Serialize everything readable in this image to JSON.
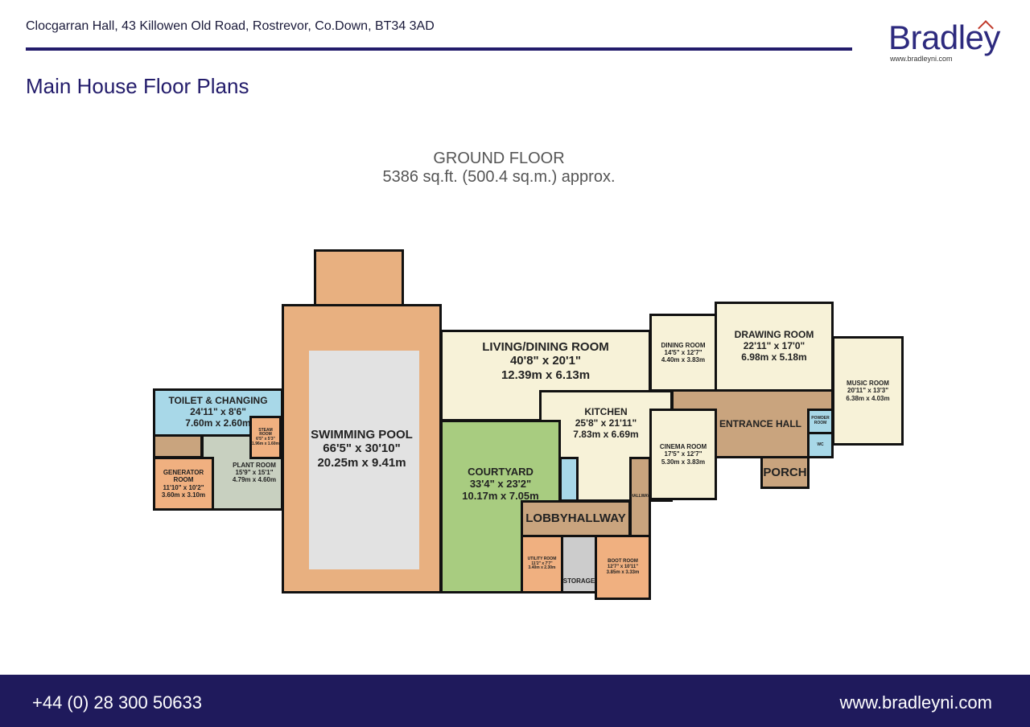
{
  "header": {
    "address": "Clocgarran Hall, 43 Killowen Old Road, Rostrevor, Co.Down, BT34 3AD",
    "logo": "Bradley",
    "logo_url": "www.bradleyni.com",
    "title": "Main House Floor Plans"
  },
  "floor": {
    "name": "GROUND FLOOR",
    "area": "5386 sq.ft. (500.4 sq.m.) approx."
  },
  "rooms": {
    "pool": {
      "name": "SWIMMING POOL",
      "imp": "66'5\"  x 30'10\"",
      "met": "20.25m  x 9.41m"
    },
    "living": {
      "name": "LIVING/DINING ROOM",
      "imp": "40'8\"  x 20'1\"",
      "met": "12.39m  x 6.13m"
    },
    "kitchen": {
      "name": "KITCHEN",
      "imp": "25'8\"  x 21'11\"",
      "met": "7.83m  x 6.69m"
    },
    "courtyard": {
      "name": "COURTYARD",
      "imp": "33'4\"  x 23'2\"",
      "met": "10.17m  x 7.05m"
    },
    "toilet": {
      "name": "TOILET & CHANGING",
      "imp": "24'11\"  x 8'6\"",
      "met": "7.60m  x 2.60m"
    },
    "steam": {
      "name": "STEAM ROOM",
      "imp": "6'5\" x 5'3\"",
      "met": "1.96m x 1.60m"
    },
    "generator": {
      "name": "GENERATOR ROOM",
      "imp": "11'10\"  x 10'2\"",
      "met": "3.60m  x 3.10m"
    },
    "plant": {
      "name": "PLANT ROOM",
      "imp": "15'9\"  x 15'1\"",
      "met": "4.79m  x 4.60m"
    },
    "lobby": {
      "name": "LOBBYHALLWAY"
    },
    "hallway": {
      "name": "HALLWAY"
    },
    "utility": {
      "name": "UTILITY ROOM",
      "imp": "11'2\"  x 7'7\"",
      "met": "3.40m  x 2.30m"
    },
    "storage": {
      "name": "STORAGE"
    },
    "boot": {
      "name": "BOOT ROOM",
      "imp": "12'7\"  x 10'11\"",
      "met": "3.85m  x 3.33m"
    },
    "dining": {
      "name": "DINING ROOM",
      "imp": "14'5\"  x 12'7\"",
      "met": "4.40m  x 3.83m"
    },
    "drawing": {
      "name": "DRAWING ROOM",
      "imp": "22'11\"  x 17'0\"",
      "met": "6.98m  x 5.18m"
    },
    "music": {
      "name": "MUSIC ROOM",
      "imp": "20'11\"  x 13'3\"",
      "met": "6.38m  x 4.03m"
    },
    "entrance": {
      "name": "ENTRANCE HALL"
    },
    "cinema": {
      "name": "CINEMA ROOM",
      "imp": "17'5\"  x 12'7\"",
      "met": "5.30m  x 3.83m"
    },
    "porch": {
      "name": "PORCH"
    },
    "powder": {
      "name": "POWDER ROOM"
    },
    "wc": {
      "name": "WC"
    }
  },
  "footer": {
    "phone": "+44 (0) 28 300 50633",
    "website": "www.bradleyni.com"
  }
}
